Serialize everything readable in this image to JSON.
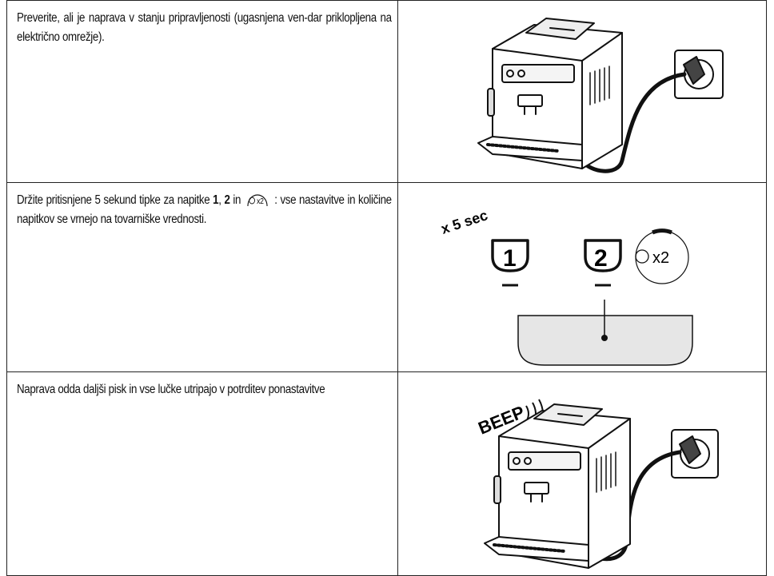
{
  "steps": [
    {
      "text": "Preverite, ali je naprava v stanju pripravljenosti (ugasnjena ven-dar priklopljena na električno omrežje).",
      "illustration": "coffee-machine-plugged-in"
    },
    {
      "text_before": "Držite pritisnjene 5 sekund tipke za napitke ",
      "key1": "1",
      "sep": ", ",
      "key2": "2",
      "text_in": " in ",
      "icon_label": "x2",
      "text_after": " : vse nastavitve in količine napitkov se vrnejo na tovarniške vrednosti.",
      "illustration": "control-panel-buttons"
    },
    {
      "text": "Naprava odda daljši pisk in vse lučke utripajo v potrditev ponastavitve",
      "illustration": "coffee-machine-beep"
    }
  ],
  "panel": {
    "hold_label": "x 5 sec",
    "button1": "1",
    "button2": "2",
    "descale_label": "x2"
  },
  "beep_label": "BEEP"
}
